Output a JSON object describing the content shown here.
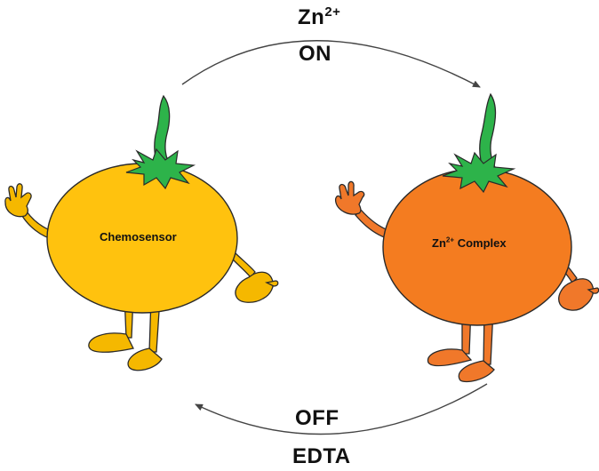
{
  "top_reagent": {
    "base": "Zn",
    "charge": "2+"
  },
  "top_state": "ON",
  "bottom_state": "OFF",
  "bottom_reagent": "EDTA",
  "left_character": {
    "label": "Chemosensor"
  },
  "right_character": {
    "label_base": "Zn",
    "label_charge": "2+",
    "label_rest": " Complex"
  },
  "colors": {
    "sensor_body": "#FFC20E",
    "sensor_limb": "#F5B800",
    "complex_body": "#F47C20",
    "complex_limb": "#F0782A",
    "stem": "#2DB34A",
    "outline": "#2a2a2a",
    "arrow": "#444444"
  }
}
